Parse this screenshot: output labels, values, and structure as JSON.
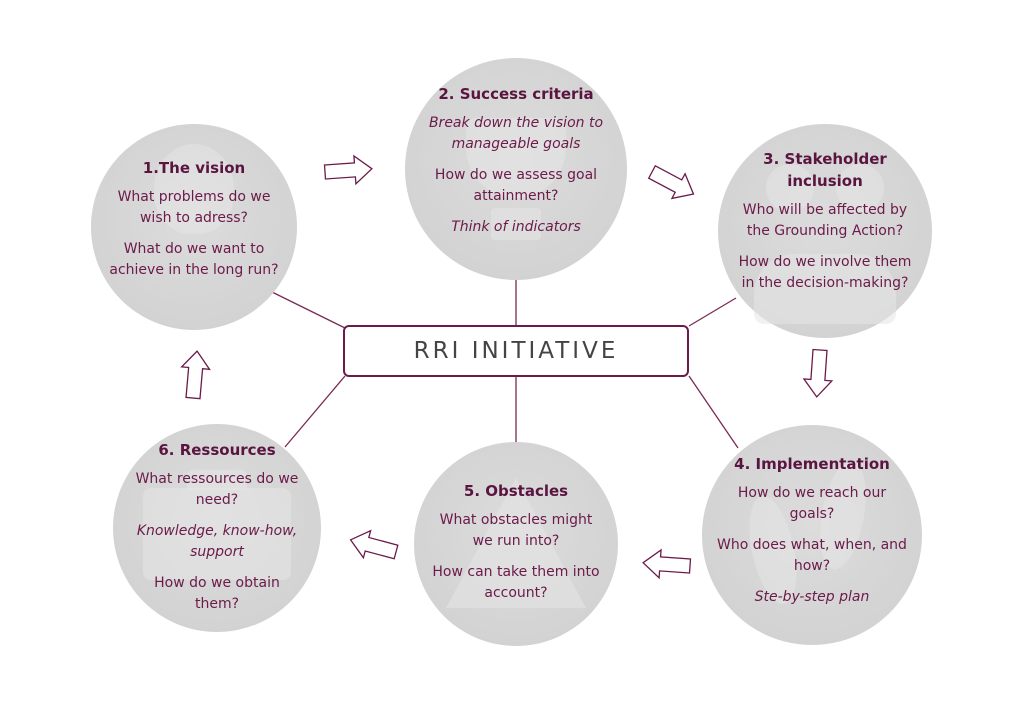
{
  "center": {
    "label": "RRI INITIATIVE"
  },
  "nodes": [
    {
      "title": "1.The vision",
      "lines": [
        {
          "text": "What problems do we wish to adress?",
          "italic": false
        },
        {
          "text": "What do we want to achieve in the long run?",
          "italic": false
        }
      ]
    },
    {
      "title": "2. Success criteria",
      "lines": [
        {
          "text": "Break down the vision to manageable goals",
          "italic": true
        },
        {
          "text": "How do we assess goal attainment?",
          "italic": false
        },
        {
          "text": "Think of indicators",
          "italic": true
        }
      ]
    },
    {
      "title": "3. Stakeholder inclusion",
      "lines": [
        {
          "text": "Who will be affected by the Grounding Action?",
          "italic": false
        },
        {
          "text": "How do we involve them in the decision-making?",
          "italic": false
        }
      ]
    },
    {
      "title": "4. Implementation",
      "lines": [
        {
          "text": "How do we reach our goals?",
          "italic": false
        },
        {
          "text": "Who does what, when, and how?",
          "italic": false
        },
        {
          "text": "Ste-by-step plan",
          "italic": true
        }
      ]
    },
    {
      "title": "5. Obstacles",
      "lines": [
        {
          "text": "What obstacles might we run into?",
          "italic": false
        },
        {
          "text": "How can take them into account?",
          "italic": false
        }
      ]
    },
    {
      "title": "6. Ressources",
      "lines": [
        {
          "text": "What ressources do we need?",
          "italic": false
        },
        {
          "text": "Knowledge, know-how, support",
          "italic": true
        },
        {
          "text": "How do we obtain them?",
          "italic": false
        }
      ]
    }
  ],
  "colors": {
    "accent": "#6b1a4a",
    "title": "#5a1440",
    "circle_fill": "#d6d6d6",
    "connector": "#7a2a55",
    "center_text": "#444444"
  }
}
